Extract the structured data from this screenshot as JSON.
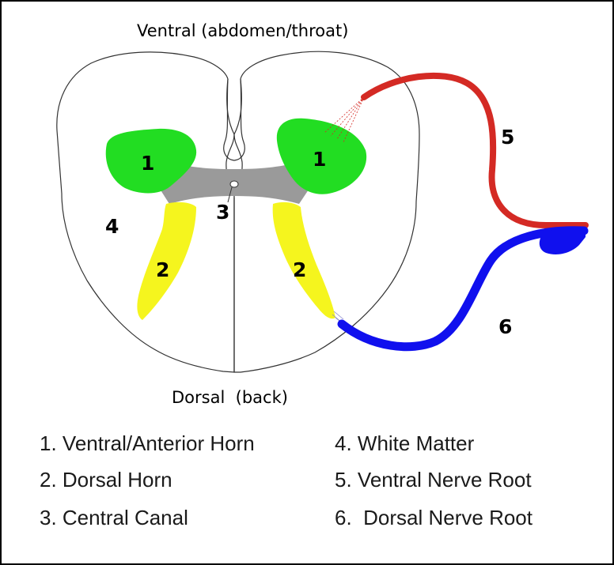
{
  "diagram": {
    "top_label": "Ventral (abdomen/throat)",
    "bottom_label": "Dorsal  (back)",
    "markers": [
      "1",
      "1",
      "2",
      "2",
      "3",
      "4",
      "5",
      "6"
    ],
    "legend": [
      "1. Ventral/Anterior Horn",
      "2. Dorsal Horn",
      "3. Central Canal",
      "4. White Matter",
      "5. Ventral Nerve Root",
      "6.  Dorsal Nerve Root"
    ],
    "colors": {
      "ventral_horn": "#22dd22",
      "dorsal_horn": "#f5f51e",
      "gray_matter": "#9a9a9a",
      "ventral_root": "#d42a24",
      "dorsal_root": "#1010ee",
      "outline": "#333333"
    }
  }
}
